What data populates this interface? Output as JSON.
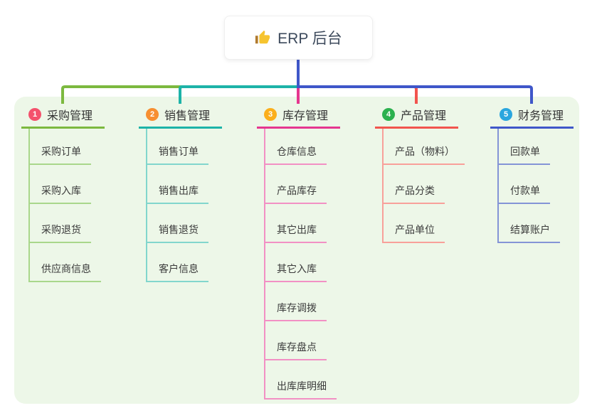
{
  "root": {
    "label": "ERP 后台",
    "icon": "thumbs-up-icon"
  },
  "colors": {
    "panel_background": "#edf7e8",
    "root_connector": "#3f57c9",
    "branch_1": "#7cb93f",
    "branch_1_light": "#a9d78b",
    "branch_1_badge": "#f4516c",
    "branch_2": "#1db3a8",
    "branch_2_light": "#82d6cd",
    "branch_2_badge": "#f78f31",
    "branch_3": "#e5368f",
    "branch_3_light": "#f290c4",
    "branch_3_badge": "#fbaf1c",
    "branch_4": "#f2544e",
    "branch_4_light": "#f8a09a",
    "branch_4_badge": "#2cb14f",
    "branch_5": "#3f57c9",
    "branch_5_light": "#8494d6",
    "branch_5_badge": "#2aa6de"
  },
  "branches": [
    {
      "index": "1",
      "label": "采购管理",
      "children": [
        "采购订单",
        "采购入库",
        "采购退货",
        "供应商信息"
      ]
    },
    {
      "index": "2",
      "label": "销售管理",
      "children": [
        "销售订单",
        "销售出库",
        "销售退货",
        "客户信息"
      ]
    },
    {
      "index": "3",
      "label": "库存管理",
      "children": [
        "仓库信息",
        "产品库存",
        "其它出库",
        "其它入库",
        "库存调拨",
        "库存盘点",
        "出库库明细"
      ]
    },
    {
      "index": "4",
      "label": "产品管理",
      "children": [
        "产品（物料）",
        "产品分类",
        "产品单位"
      ]
    },
    {
      "index": "5",
      "label": "财务管理",
      "children": [
        "回款单",
        "付款单",
        "结算账户"
      ]
    }
  ]
}
